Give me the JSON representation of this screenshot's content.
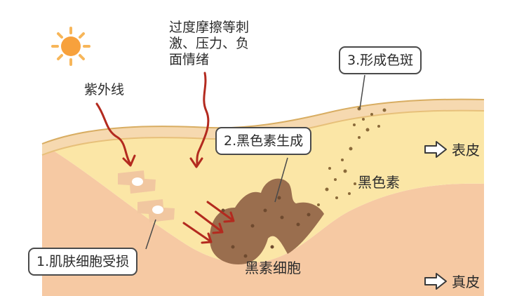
{
  "labels": {
    "uv": "紫外线",
    "stress_line1": "过度摩擦等刺",
    "stress_line2": "激、压力、负",
    "stress_line3": "面情绪",
    "step1": "1.肌肤细胞受损",
    "step2": "2.黑色素生成",
    "step3": "3.形成色斑",
    "melanin": "黑色素",
    "melanocyte": "黑素细胞",
    "epidermis": "表皮",
    "dermis": "真皮"
  },
  "colors": {
    "dermis": "#f6c9a3",
    "epidermis": "#fbe6a6",
    "stratum": "#f6d9b0",
    "cell": "#f1c7a0",
    "melanocyte": "#9a6e4e",
    "arrow": "#b32a1f",
    "sun_core": "#f7a13c",
    "sun_rays": "#f7b65a"
  }
}
